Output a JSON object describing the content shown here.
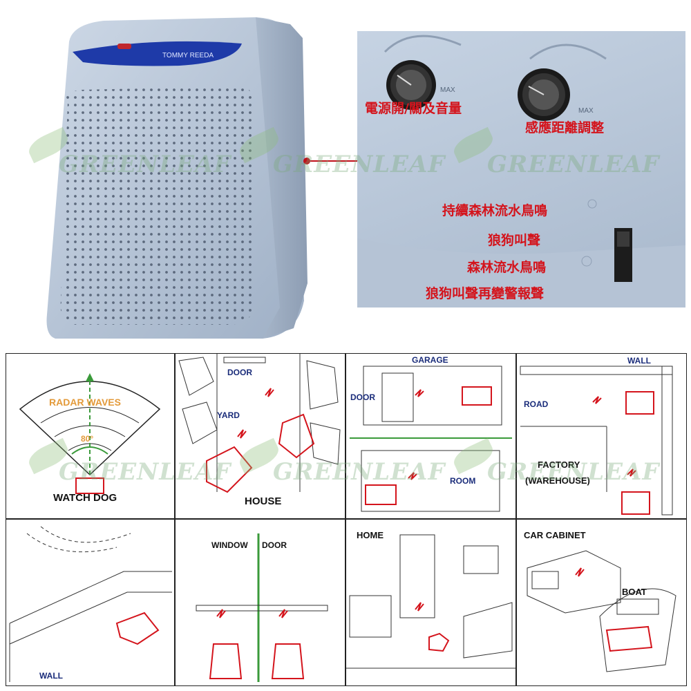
{
  "watermark": "GREENLEAF",
  "device": {
    "brand_label": "TOMMY REEDA"
  },
  "callouts": {
    "power_volume": "電源開/關及音量",
    "sensing_distance": "感應距離調整",
    "mode1": "持續森林流水鳥鳴",
    "mode2": "狼狗叫聲",
    "mode3": "森林流水鳥鳴",
    "mode4": "狼狗叫聲再變警報聲",
    "max1": "MAX",
    "max2": "MAX"
  },
  "scenes": {
    "watch_dog": {
      "title": "WATCH DOG",
      "radar": "RADAR WAVES",
      "angle": "80°"
    },
    "house": {
      "title": "HOUSE",
      "door": "DOOR",
      "yard": "YARD"
    },
    "garage": {
      "title": "GARAGE",
      "door": "DOOR",
      "room": "ROOM"
    },
    "factory": {
      "wall": "WALL",
      "road": "ROAD",
      "title1": "FACTORY",
      "title2": "(WAREHOUSE)"
    },
    "wall": {
      "title": "WALL"
    },
    "window_door": {
      "window": "WINDOW",
      "door": "DOOR"
    },
    "home": {
      "title": "HOME"
    },
    "car": {
      "title": "CAR CABINET",
      "boat": "BOAT"
    }
  },
  "colors": {
    "accent_red": "#d4141c",
    "device_body": "#b8c6d8",
    "label_blue": "#1a2c7a"
  }
}
